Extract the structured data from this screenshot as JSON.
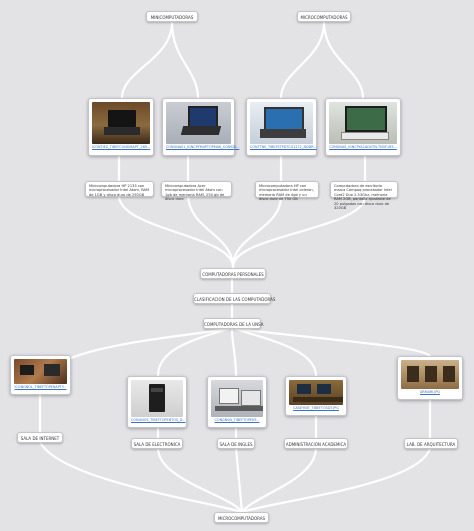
{
  "nodes": {
    "mini": "MINICOMPUTADORAS",
    "micro_top": "MICROCOMPUTADORAS",
    "personales": "COMPUTADORAS PERSONALES",
    "clasificacion": "CLASIFICACION DE LAS COMPUTADORAS",
    "unsa": "COMPUTADORAS DE LA UNSA",
    "internet": "SALA DE INTERNET",
    "electronica": "SALA DE ELECTRONICA",
    "ingles": "SALA DE INGLES",
    "administracion": "ADMINISTRACION ACADEMICA",
    "arquitectura": "LAB. DE ARQUITECTURA",
    "micro_bottom": "MICROCOMPUTADORAS"
  },
  "descriptions": {
    "d1": "Minicomputadora HP 2133 con microprocesador Intel Atom, RAM de 1GB y disco duro de 250GB",
    "d2": "Minicomputadora Acer microprocesador Intel Atom con 1gb de memoria RAM, 250 gb de disco duro",
    "d3": "Microcomputadora HP con microprocesador Intel celeron, memoria RAM de 4gb y un disco duro de 750 GB",
    "d4": "Computadora de escritorio marca Compaq procesador Intel Core2 Duo 2.53Ghz, memoria RAM 2GB, pantalla ajustable de 20 pulgadas con disco duro de 320GB"
  },
  "captions": {
    "c1": "ICONTIEZ_TIBEFCONDMAPT_289...",
    "c2": "CONGNA01_IGNCPYMAPTOPMAK_CGNSDI...",
    "c3": "CONTTNE_TIBEFSTPDTCG1272_NDDR...",
    "c4": "CONGNAS_IGNCPYA2ADGTN.TN3Y1R5...",
    "c5": "ICONGNOL_TIBEFTOPENAPTY...",
    "c6": "CONGNOS_TIBEFTOPENTOS_D...",
    "c7": "CONGN0N_TIBEFTOPENT...",
    "c8": "CASEYNIT_TIBEFTOSDT.JPG",
    "c9": "ARMARI.JPG"
  },
  "colors": {
    "background": "#e3e3e6",
    "connector": "#ffffff",
    "caption_link": "#3a72c4"
  }
}
